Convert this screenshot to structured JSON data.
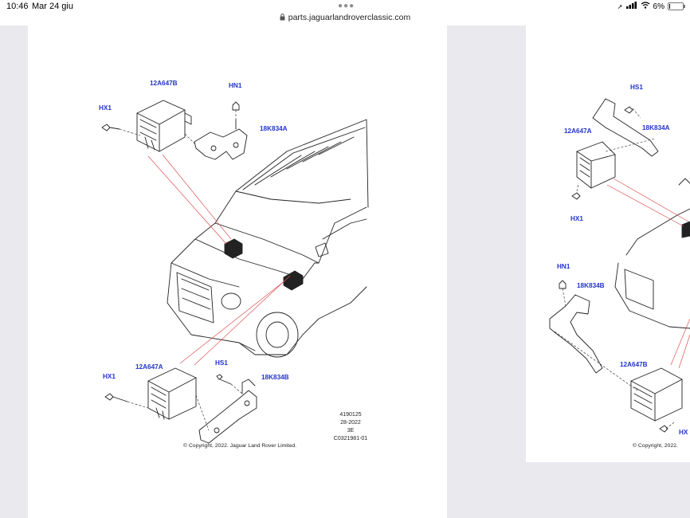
{
  "status_bar": {
    "time": "10:46",
    "date": "Mar 24 giu",
    "url": "parts.jaguarlandroverclassic.com",
    "battery": "6%",
    "battery_level_percent": 6
  },
  "left_page": {
    "labels": {
      "top_module": "12A647B",
      "top_nut": "HN1",
      "top_screw": "HX1",
      "top_bracket": "18K834A",
      "bottom_module": "12A647A",
      "bottom_screw_left": "HX1",
      "bottom_screw_right": "HS1",
      "bottom_bracket": "18K834B"
    },
    "meta": {
      "line1": "4190125",
      "line2": "28-2022",
      "line3": "3E",
      "line4": "C0321981-01"
    },
    "copyright": "© Copyright, 2022. Jaguar Land Rover Limited."
  },
  "right_page": {
    "labels": {
      "top_screw": "HS1",
      "top_module": "12A647A",
      "top_bracket": "18K834A",
      "top_screw_bottom": "HX1",
      "mid_nut": "HN1",
      "mid_bracket": "18K834B",
      "bottom_module": "12A647B",
      "bottom_screw": "HX"
    },
    "copyright": "© Copyright, 2022."
  },
  "colors": {
    "label_blue": "#2233cc",
    "leader_red": "#e05050",
    "background": "#e9e9ee"
  }
}
